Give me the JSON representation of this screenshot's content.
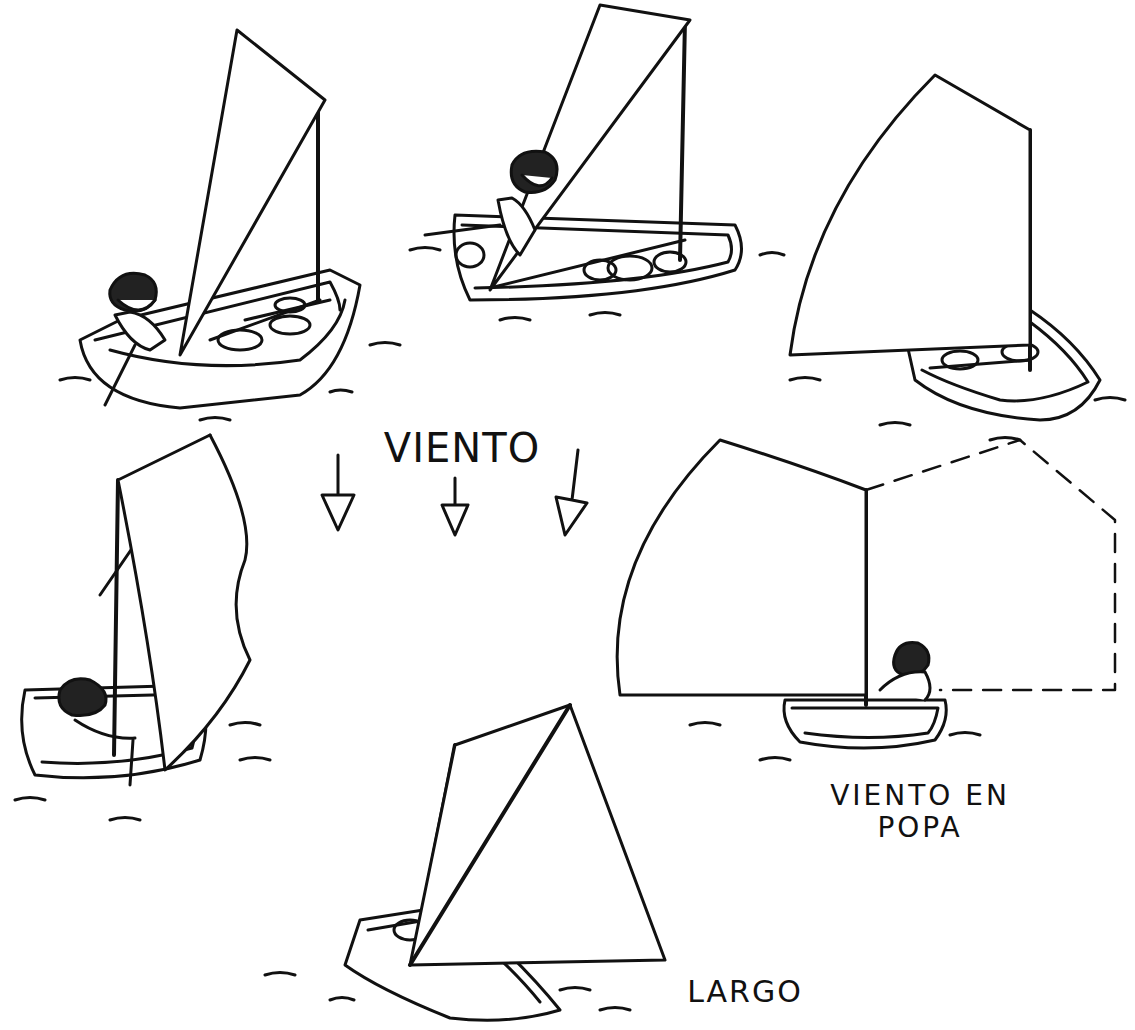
{
  "diagram": {
    "labels": [
      "VIENTO",
      "VIENTO EN POPA",
      "LARGO"
    ]
  }
}
